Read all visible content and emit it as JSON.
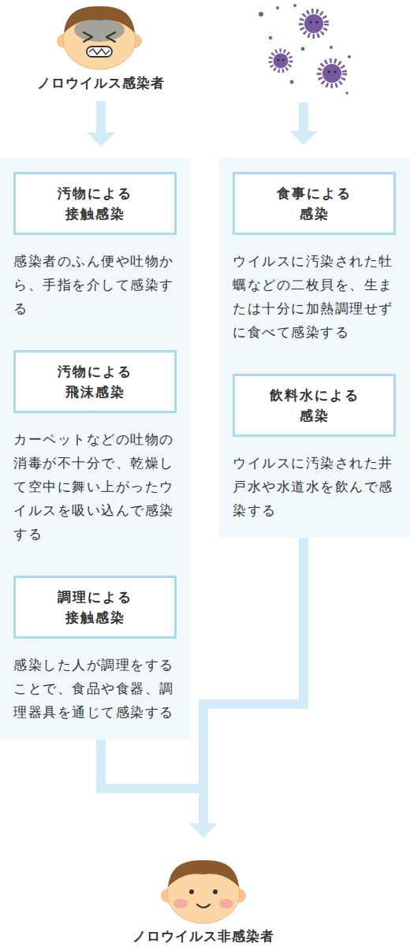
{
  "diagram": {
    "nodes": [
      {
        "text": [
          "ノロウイルス感染者"
        ]
      },
      {
        "text": [
          "汚物による接触感染",
          "感染者のふん便や吐物から、手指を介して感染する"
        ]
      },
      {
        "text": [
          "汚物による飛沫感染",
          "カーペットなどの吐物の消毒が不十分で、乾燥して空中に舞い上がったウイルスを吸い込んで感染する"
        ]
      },
      {
        "text": [
          "調理による接触感染",
          "感染した人が調理をすることで、食品や食器、調理器具を通じて感染する"
        ]
      },
      {
        "text": [
          "食事による感染",
          "ウイルスに汚染された牡蠣などの二枚貝を、生または十分に加熱調理せずに食べて感染する"
        ]
      },
      {
        "text": [
          "飲料水による感染",
          "ウイルスに汚染された井戸水や水道水を飲んで感染する"
        ]
      },
      {
        "text": [
          "ノロウイルス非感染者"
        ]
      }
    ],
    "edges": [
      {
        "from": 0,
        "to": 1,
        "arrow": "to"
      },
      {
        "from": 3,
        "to": 6,
        "arrow": "to"
      },
      {
        "from": 5,
        "to": 6,
        "arrow": "to"
      }
    ]
  }
}
